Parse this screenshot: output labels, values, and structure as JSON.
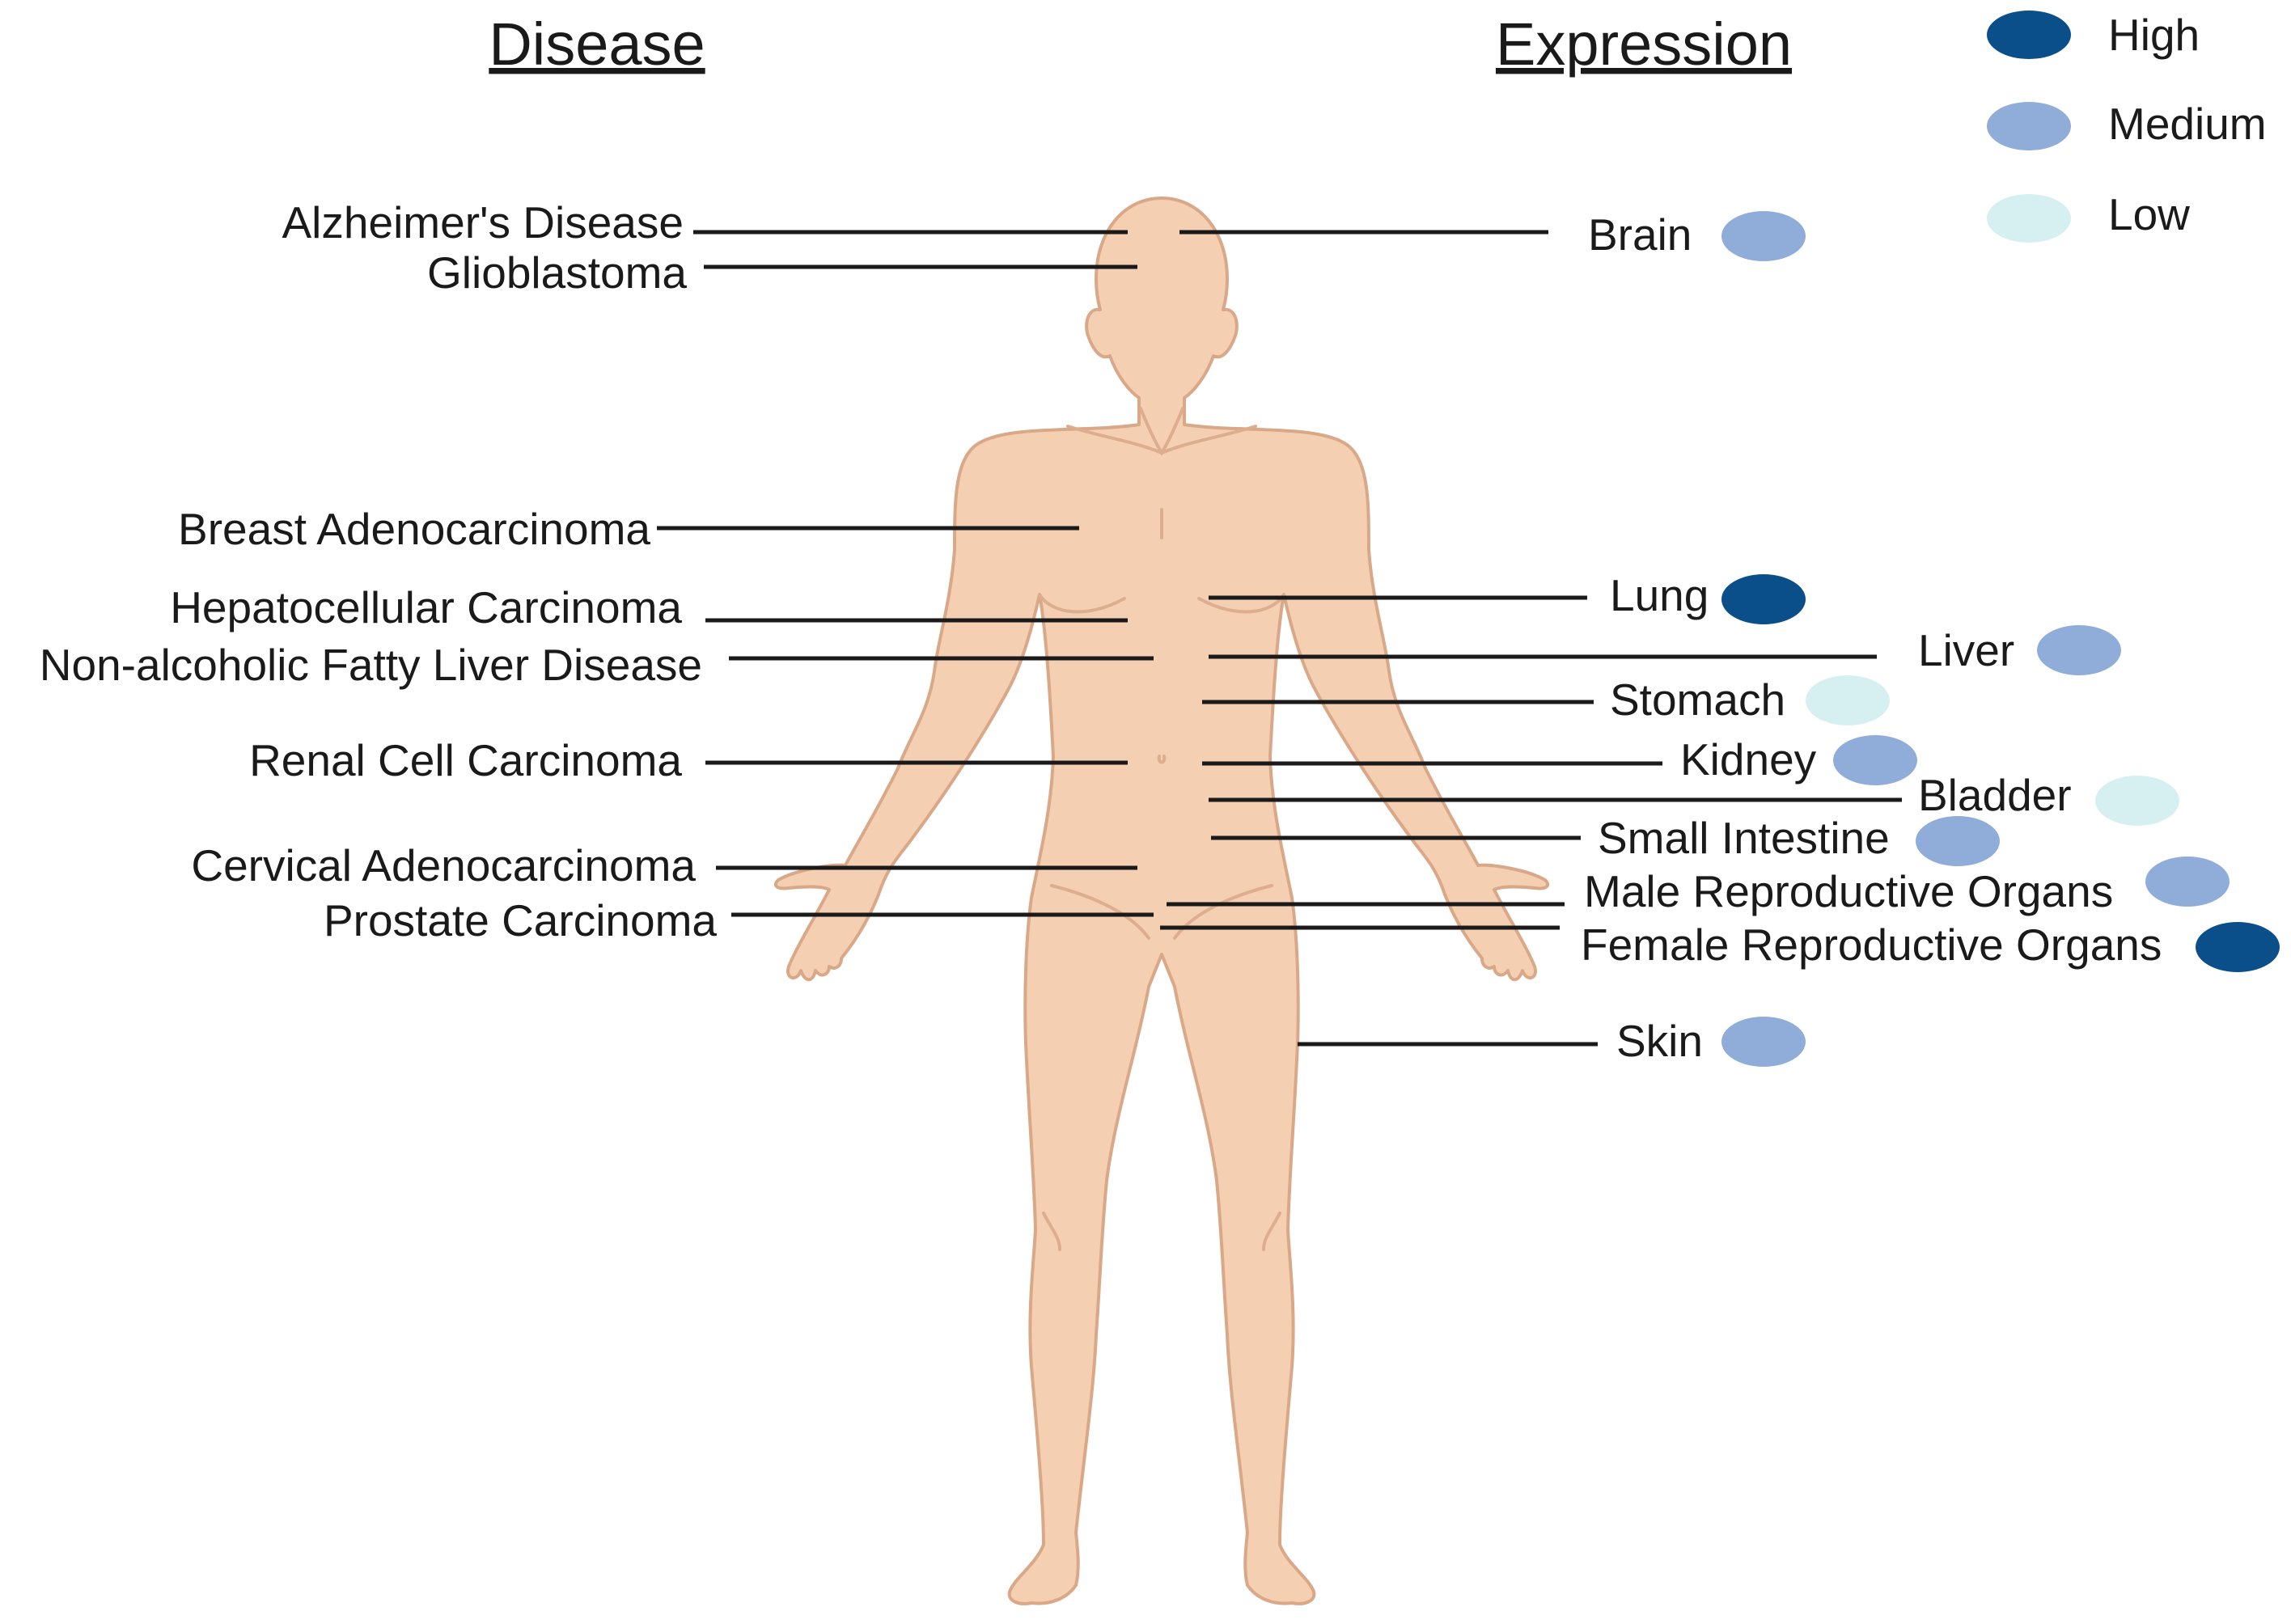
{
  "headers": {
    "disease": "Disease",
    "expression": "Expression"
  },
  "legend": {
    "high": "High",
    "medium": "Medium",
    "low": "Low"
  },
  "colors": {
    "high": "#0b4f8a",
    "medium": "#8fadd8",
    "low": "#d6f0f2"
  },
  "diseases": {
    "alzheimers": "Alzheimer's Disease",
    "glioblastoma": "Glioblastoma",
    "breast": "Breast Adenocarcinoma",
    "hepatocellular": "Hepatocellular Carcinoma",
    "nafld": "Non-alcoholic Fatty Liver Disease",
    "renal": "Renal Cell Carcinoma",
    "cervical": "Cervical Adenocarcinoma",
    "prostate": "Prostate Carcinoma"
  },
  "organs": {
    "brain": {
      "label": "Brain",
      "level": "medium"
    },
    "lung": {
      "label": "Lung",
      "level": "high"
    },
    "liver": {
      "label": "Liver",
      "level": "medium"
    },
    "stomach": {
      "label": "Stomach",
      "level": "low"
    },
    "kidney": {
      "label": "Kidney",
      "level": "medium"
    },
    "bladder": {
      "label": "Bladder",
      "level": "low"
    },
    "small_intestine": {
      "label": "Small Intestine",
      "level": "medium"
    },
    "male_reproductive": {
      "label": "Male Reproductive Organs",
      "level": "medium"
    },
    "female_reproductive": {
      "label": "Female Reproductive Organs",
      "level": "high"
    },
    "skin": {
      "label": "Skin",
      "level": "medium"
    }
  },
  "icons": {
    "body": "human-body-icon"
  }
}
